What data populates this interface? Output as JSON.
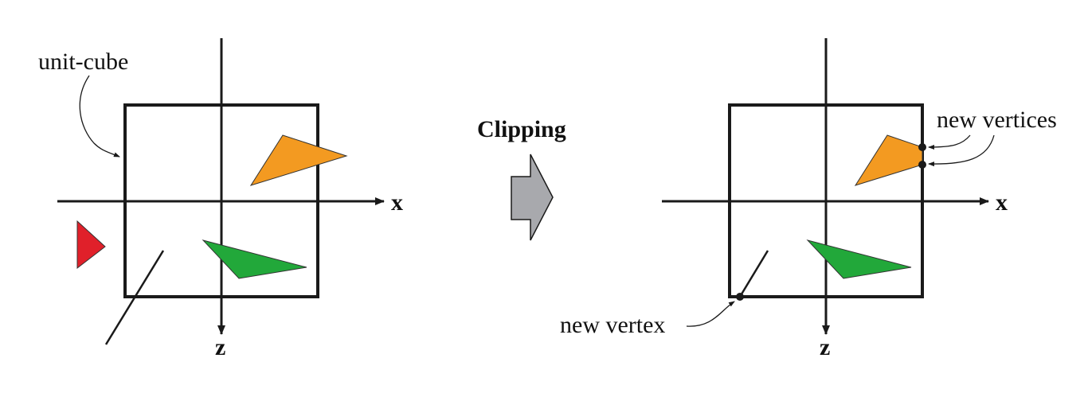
{
  "labels": {
    "unit_cube": "unit-cube",
    "operation": "Clipping",
    "new_vertices": "new vertices",
    "new_vertex": "new vertex",
    "axis_x": "x",
    "axis_z": "z"
  },
  "colors": {
    "orange_triangle": "#f39a21",
    "green_triangle": "#22a83a",
    "red_triangle": "#e0202a",
    "arrow_fill": "#a8a9ad",
    "line": "#1a1a1a"
  }
}
